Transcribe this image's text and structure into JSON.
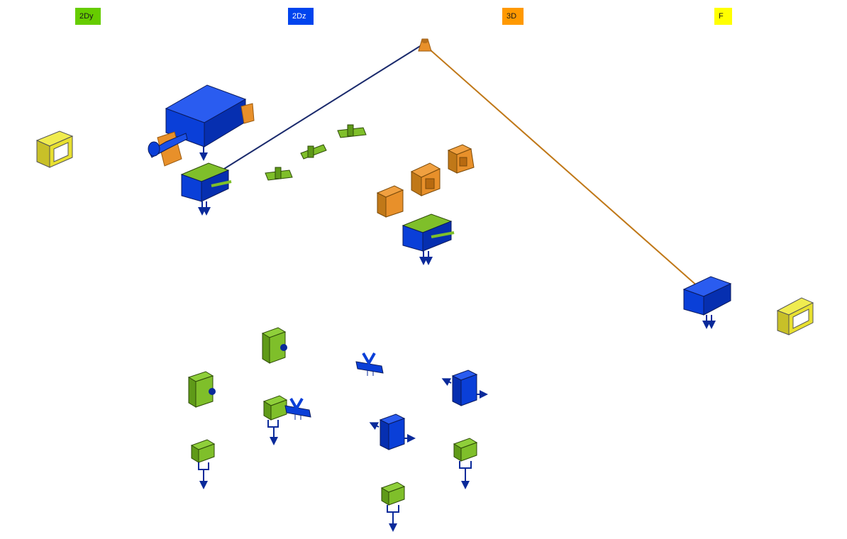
{
  "legend": {
    "items": [
      {
        "label": "2Dy",
        "color": "#66cc00",
        "text_color": "#1a1a1a"
      },
      {
        "label": "2Dz",
        "color": "#0044ee",
        "text_color": "#ffffff"
      },
      {
        "label": "3D",
        "color": "#ff9900",
        "text_color": "#1a1a1a"
      },
      {
        "label": "F",
        "color": "#ffff00",
        "text_color": "#1a1a1a"
      }
    ]
  },
  "colors": {
    "green_face": "#7fbf2a",
    "green_dark": "#4d7a12",
    "blue_face": "#0a3fd8",
    "blue_dark": "#042a8c",
    "orange_face": "#e8902a",
    "orange_dark": "#9a5a10",
    "yellow_face": "#e8e030",
    "yellow_dark": "#8a8410",
    "wire_blue": "#1a2a6c",
    "wire_orange": "#c07818",
    "arrow_blue": "#0a2a9a"
  }
}
